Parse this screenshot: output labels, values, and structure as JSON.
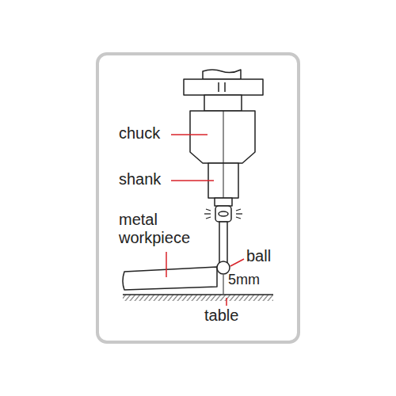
{
  "diagram": {
    "labels": [
      "chuck",
      "shank",
      "metal workpiece",
      "ball",
      "5mm",
      "table"
    ]
  }
}
